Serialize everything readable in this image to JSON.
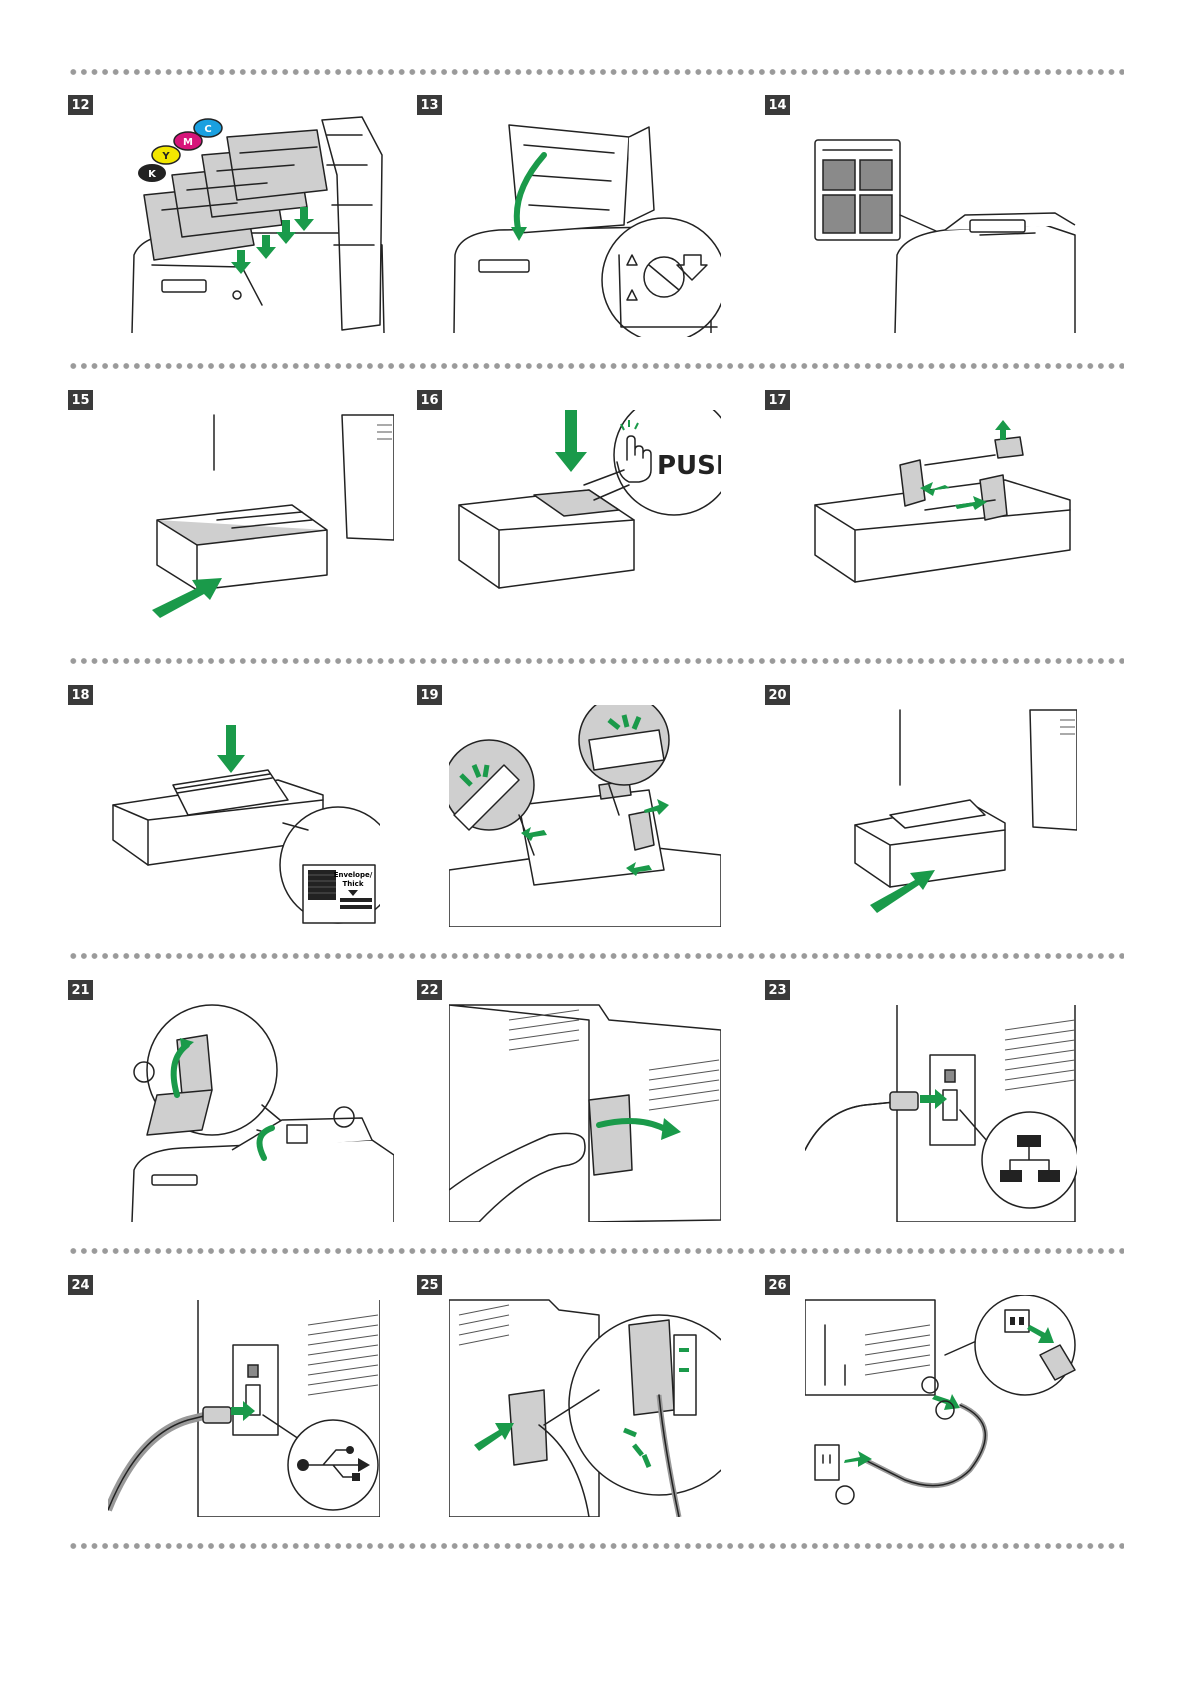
{
  "steps": [
    "12",
    "13",
    "14",
    "15",
    "16",
    "17",
    "18",
    "19",
    "20",
    "21",
    "22",
    "23",
    "24",
    "25",
    "26"
  ],
  "toner_labels": [
    "C",
    "M",
    "Y",
    "K"
  ],
  "toner_colors": {
    "C": "#1aa0e0",
    "M": "#d6157a",
    "Y": "#f2e600",
    "K": "#222222"
  },
  "accent_color": "#1a9a4a",
  "push_label": "PUSH",
  "tray_label_line1": "Envelope/",
  "tray_label_line2": "Thick",
  "icons": [
    "usb-icon",
    "network-icon",
    "push-hand-icon"
  ]
}
